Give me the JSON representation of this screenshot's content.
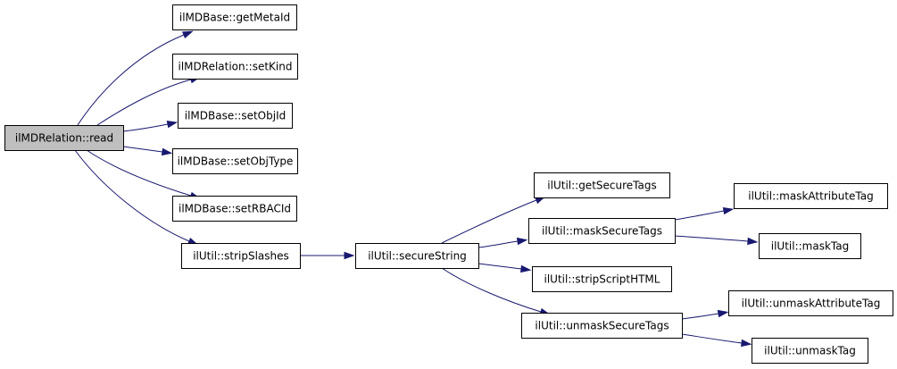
{
  "graph": {
    "nodes": [
      {
        "id": "read",
        "label": "ilMDRelation::read",
        "root": true
      },
      {
        "id": "getMetaId",
        "label": "ilMDBase::getMetaId"
      },
      {
        "id": "setKind",
        "label": "ilMDRelation::setKind"
      },
      {
        "id": "setObjId",
        "label": "ilMDBase::setObjId"
      },
      {
        "id": "setObjType",
        "label": "ilMDBase::setObjType"
      },
      {
        "id": "setRBACId",
        "label": "ilMDBase::setRBACId"
      },
      {
        "id": "stripSlashes",
        "label": "ilUtil::stripSlashes"
      },
      {
        "id": "secureString",
        "label": "ilUtil::secureString"
      },
      {
        "id": "getSecureTags",
        "label": "ilUtil::getSecureTags"
      },
      {
        "id": "maskSecureTags",
        "label": "ilUtil::maskSecureTags"
      },
      {
        "id": "stripScriptHTML",
        "label": "ilUtil::stripScriptHTML"
      },
      {
        "id": "unmaskSecureTags",
        "label": "ilUtil::unmaskSecureTags"
      },
      {
        "id": "maskAttributeTag",
        "label": "ilUtil::maskAttributeTag"
      },
      {
        "id": "maskTag",
        "label": "ilUtil::maskTag"
      },
      {
        "id": "unmaskAttributeTag",
        "label": "ilUtil::unmaskAttributeTag"
      },
      {
        "id": "unmaskTag",
        "label": "ilUtil::unmaskTag"
      }
    ],
    "edges": [
      {
        "from": "read",
        "to": "getMetaId"
      },
      {
        "from": "read",
        "to": "setKind"
      },
      {
        "from": "read",
        "to": "setObjId"
      },
      {
        "from": "read",
        "to": "setObjType"
      },
      {
        "from": "read",
        "to": "setRBACId"
      },
      {
        "from": "read",
        "to": "stripSlashes"
      },
      {
        "from": "stripSlashes",
        "to": "secureString"
      },
      {
        "from": "secureString",
        "to": "getSecureTags"
      },
      {
        "from": "secureString",
        "to": "maskSecureTags"
      },
      {
        "from": "secureString",
        "to": "stripScriptHTML"
      },
      {
        "from": "secureString",
        "to": "unmaskSecureTags"
      },
      {
        "from": "maskSecureTags",
        "to": "maskAttributeTag"
      },
      {
        "from": "maskSecureTags",
        "to": "maskTag"
      },
      {
        "from": "unmaskSecureTags",
        "to": "unmaskAttributeTag"
      },
      {
        "from": "unmaskSecureTags",
        "to": "unmaskTag"
      }
    ],
    "colors": {
      "edge": "#191970",
      "root_fill": "#bfbfbf",
      "node_fill": "#ffffff",
      "border": "#000000"
    }
  }
}
